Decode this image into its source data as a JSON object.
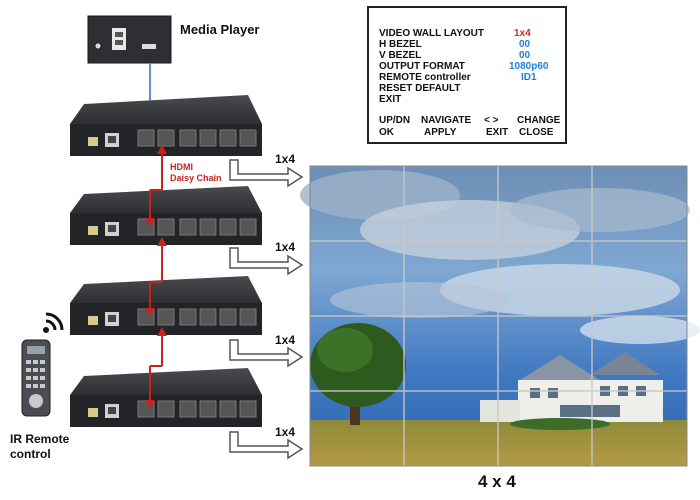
{
  "media_player": {
    "label": "Media Player"
  },
  "osd_menu": {
    "items": [
      {
        "label": "VIDEO WALL LAYOUT",
        "value": "1x4"
      },
      {
        "label": "H BEZEL",
        "value": "00"
      },
      {
        "label": "V BEZEL",
        "value": "00"
      },
      {
        "label": "OUTPUT FORMAT",
        "value": "1080p60"
      },
      {
        "label": "REMOTE controller",
        "value": "ID1"
      },
      {
        "label": "RESET DEFAULT",
        "value": ""
      },
      {
        "label": "EXIT",
        "value": ""
      }
    ],
    "keys": {
      "row1": [
        "UP/DN",
        "NAVIGATE",
        "< >",
        "CHANGE"
      ],
      "row2": [
        "OK",
        "APPLY",
        "EXIT",
        "CLOSE"
      ]
    },
    "value_colors": [
      "#e0202a",
      "#1f7fd8",
      "#1f7fd8",
      "#1f7fd8",
      "#1f7fd8"
    ]
  },
  "daisy_chain": {
    "line1": "HDMI",
    "line2": "Daisy Chain",
    "color": "#cc1f1f"
  },
  "output_labels": [
    "1x4",
    "1x4",
    "1x4",
    "1x4"
  ],
  "remote": {
    "line1": "IR Remote",
    "line2": "control"
  },
  "wall": {
    "caption": "4 x 4",
    "cols": 4,
    "rows": 4
  },
  "colors": {
    "hdmi_input": "#5b8fd6",
    "daisy": "#cc1f1f",
    "device": "#3a3b3e"
  }
}
